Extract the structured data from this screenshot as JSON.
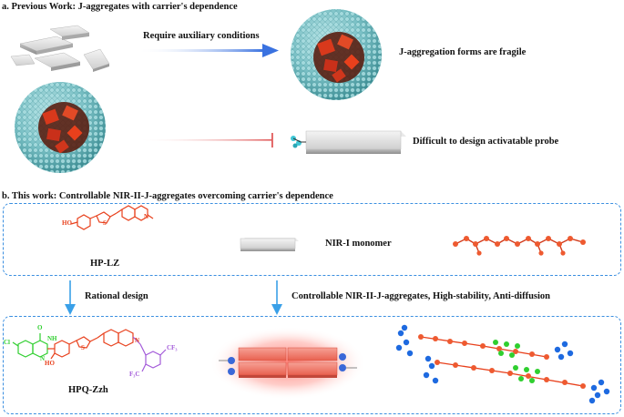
{
  "section_a": {
    "heading": "a. Previous Work: J-aggregates with carrier's dependence",
    "arrow_label": "Require auxiliary conditions",
    "fragile_note": "J-aggregation forms are fragile",
    "difficult_note": "Difficult to design activatable probe"
  },
  "section_b": {
    "heading": "b. This work: Controllable NIR-II-J-aggregates overcoming carrier's dependence",
    "monomer_name": "HP-LZ",
    "monomer_label": "NIR-I monomer",
    "rational_label": "Rational design",
    "result_label": "Controllable NIR-II-J-aggregates, High-stability, Anti-diffusion",
    "product_name": "HPQ-Zzh"
  },
  "atoms": {
    "ho": "HO",
    "s": "S",
    "n_plus": "N",
    "cl": "Cl",
    "o": "O",
    "nh": "NH",
    "n": "N",
    "cf3": "CF₃",
    "f3c": "F₃C"
  },
  "colors": {
    "red_structure": "#e8401c",
    "green_structure": "#2fcf2f",
    "blue_structure": "#1e6ae0",
    "dash_border": "#3b8fe0",
    "sphere": "#7ec3c8"
  }
}
